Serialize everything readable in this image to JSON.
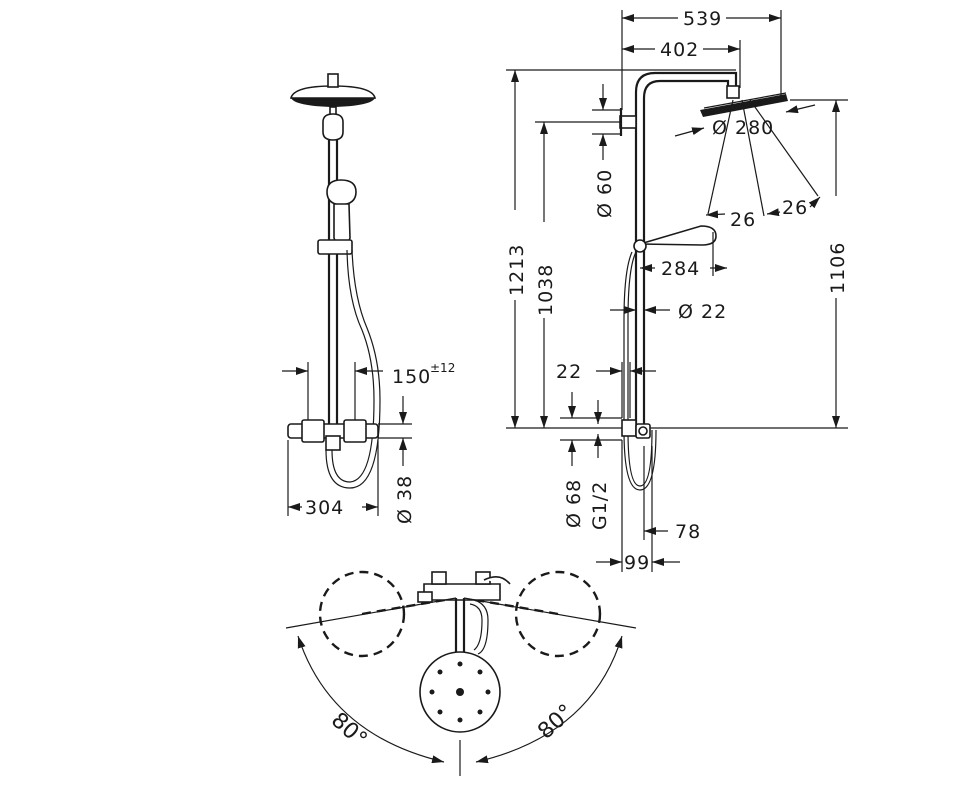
{
  "front_view": {
    "bracket_spacing": "150",
    "bracket_tolerance": "±12",
    "thermostat_width": "304",
    "pipe_diameter": "Ø 38"
  },
  "side_view": {
    "head_arm_length": "539",
    "arm_length": "402",
    "total_height": "1213",
    "mount_height": "1038",
    "head_height": "1106",
    "mount_diameter": "Ø 60",
    "head_diameter": "Ø 280",
    "head_angle_left": "26",
    "head_angle_right": "26",
    "hand_shower_length": "284",
    "rail_diameter": "Ø 22",
    "wall_offset": "22",
    "valve_diameter": "Ø 68",
    "thread_size": "G1/2",
    "outlet_offset": "78",
    "projection": "99"
  },
  "top_view": {
    "swivel_left": "80°",
    "swivel_right": "80°"
  }
}
